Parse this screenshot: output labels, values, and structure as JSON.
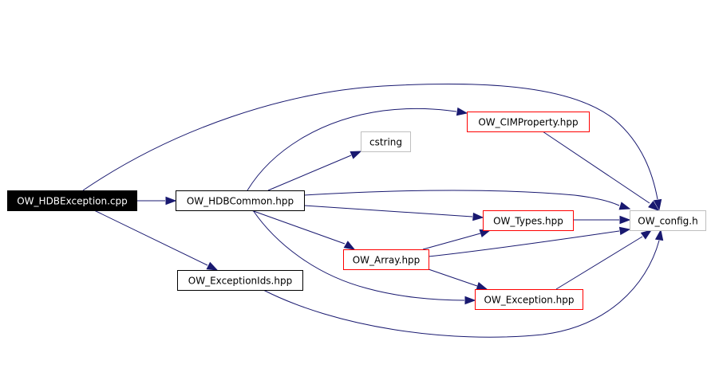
{
  "diagram": {
    "nodes": [
      {
        "id": "hdbexception_cpp",
        "label": "OW_HDBException.cpp",
        "kind": "root"
      },
      {
        "id": "hdbcommon_hpp",
        "label": "OW_HDBCommon.hpp",
        "kind": "plain"
      },
      {
        "id": "exceptionids_hpp",
        "label": "OW_ExceptionIds.hpp",
        "kind": "plain"
      },
      {
        "id": "cimproperty_hpp",
        "label": "OW_CIMProperty.hpp",
        "kind": "red"
      },
      {
        "id": "cstring",
        "label": "cstring",
        "kind": "gray"
      },
      {
        "id": "types_hpp",
        "label": "OW_Types.hpp",
        "kind": "red"
      },
      {
        "id": "array_hpp",
        "label": "OW_Array.hpp",
        "kind": "red"
      },
      {
        "id": "exception_hpp",
        "label": "OW_Exception.hpp",
        "kind": "red"
      },
      {
        "id": "config_h",
        "label": "OW_config.h",
        "kind": "gray"
      }
    ],
    "edges": [
      {
        "from": "hdbexception_cpp",
        "to": "config_h"
      },
      {
        "from": "hdbexception_cpp",
        "to": "hdbcommon_hpp"
      },
      {
        "from": "hdbexception_cpp",
        "to": "exceptionids_hpp"
      },
      {
        "from": "hdbcommon_hpp",
        "to": "cimproperty_hpp"
      },
      {
        "from": "hdbcommon_hpp",
        "to": "cstring"
      },
      {
        "from": "hdbcommon_hpp",
        "to": "config_h"
      },
      {
        "from": "hdbcommon_hpp",
        "to": "types_hpp"
      },
      {
        "from": "hdbcommon_hpp",
        "to": "array_hpp"
      },
      {
        "from": "hdbcommon_hpp",
        "to": "exception_hpp"
      },
      {
        "from": "cimproperty_hpp",
        "to": "config_h"
      },
      {
        "from": "types_hpp",
        "to": "config_h"
      },
      {
        "from": "array_hpp",
        "to": "types_hpp"
      },
      {
        "from": "array_hpp",
        "to": "config_h"
      },
      {
        "from": "array_hpp",
        "to": "exception_hpp"
      },
      {
        "from": "exception_hpp",
        "to": "config_h"
      },
      {
        "from": "exceptionids_hpp",
        "to": "config_h"
      }
    ]
  },
  "colors": {
    "edge": "#191970",
    "root_fill": "#000000",
    "red_border": "#ff0000",
    "gray_border": "#bfbfbf"
  }
}
